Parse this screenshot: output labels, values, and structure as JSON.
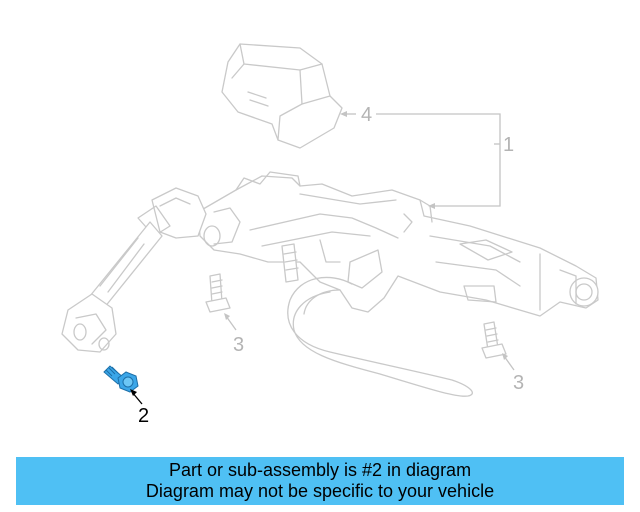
{
  "callouts": [
    {
      "number": "1",
      "active": false
    },
    {
      "number": "2",
      "active": true
    },
    {
      "number": "3",
      "active": false
    },
    {
      "number": "3",
      "active": false
    },
    {
      "number": "4",
      "active": false
    }
  ],
  "banner": {
    "line1": "Part or sub-assembly is #2 in diagram",
    "line2": "Diagram may not be specific to your vehicle"
  },
  "colors": {
    "highlight_part": "#3ba6e8",
    "banner_bg": "#4fc0f4",
    "ghost_lines": "#c9c9c9"
  }
}
